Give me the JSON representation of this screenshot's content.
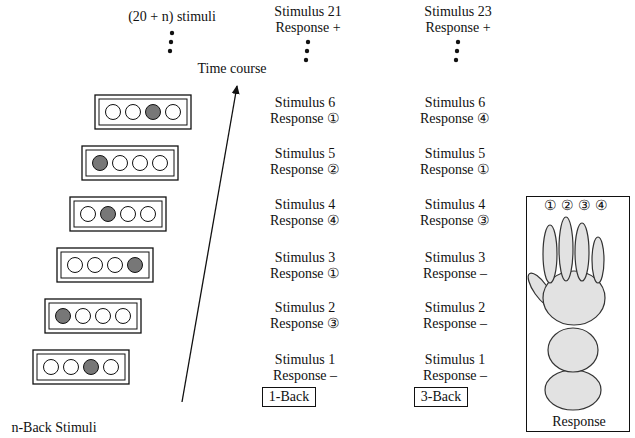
{
  "diagram": {
    "nodes": [
      {
        "text": [
          "1-Back"
        ]
      },
      {
        "text": [
          "3-Back"
        ]
      },
      {
        "text": [
          "①",
          "②",
          "③",
          "④",
          "Response"
        ]
      }
    ],
    "labels": [
      "(20 + n) stimuli",
      "Stimulus 21",
      "Response +",
      "Stimulus 23",
      "Response +",
      "Time course",
      "Stimulus 6",
      "Response ①",
      "Stimulus 6",
      "Response ④",
      "Stimulus 5",
      "Response ②",
      "Stimulus 5",
      "Response ①",
      "Stimulus 4",
      "Response ④",
      "Stimulus 4",
      "Response ③",
      "Stimulus 3",
      "Response ①",
      "Stimulus 3",
      "Response –",
      "Stimulus 2",
      "Response ③",
      "Stimulus 2",
      "Response –",
      "Stimulus 1",
      "Response –",
      "Stimulus 1",
      "Response –",
      "n-Back Stimuli"
    ]
  }
}
